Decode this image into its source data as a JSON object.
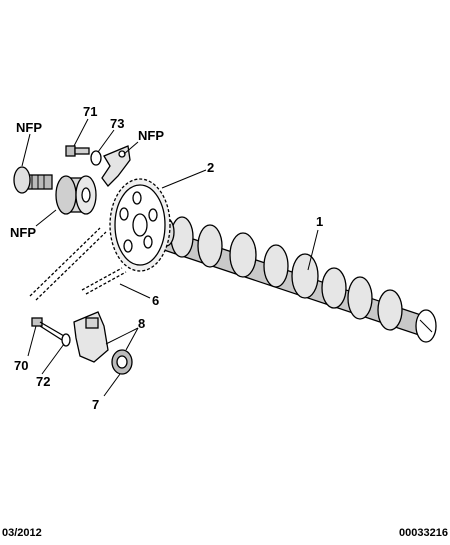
{
  "labels": {
    "l1": "1",
    "l2": "2",
    "l6": "6",
    "l7": "7",
    "l8": "8",
    "l70": "70",
    "l71": "71",
    "l72": "72",
    "l73": "73",
    "nfp_a": "NFP",
    "nfp_b": "NFP",
    "nfp_c": "NFP"
  },
  "footer": {
    "date": "03/2012",
    "ref": "00033216"
  }
}
